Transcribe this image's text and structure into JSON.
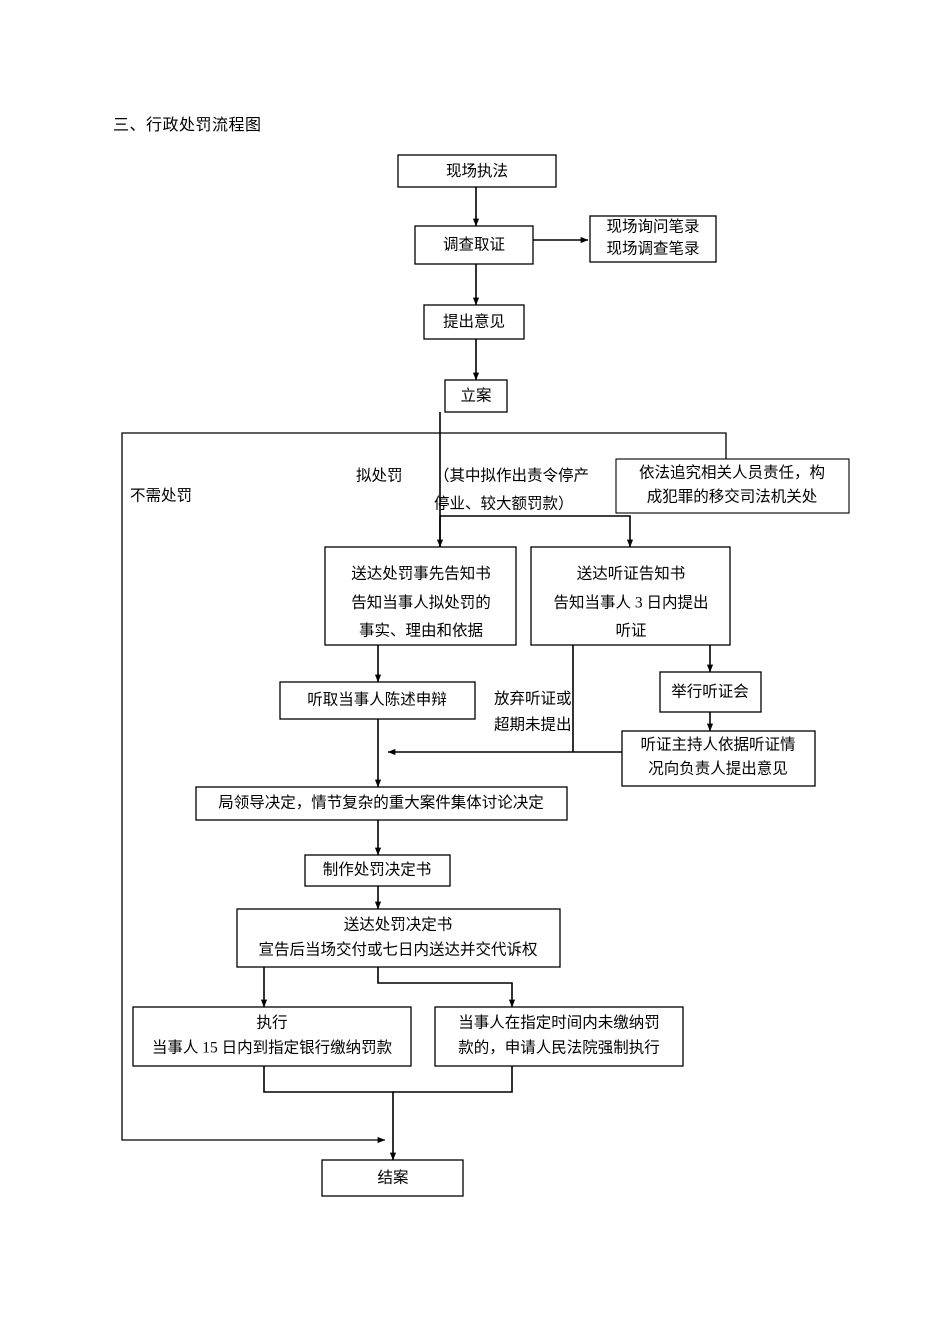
{
  "document": {
    "section_title": "三、行政处罚流程图"
  },
  "flowchart": {
    "type": "flowchart",
    "orientation": "top-down",
    "nodes": [
      {
        "id": "n1",
        "label": "现场执法",
        "lines": [
          "现场执法"
        ]
      },
      {
        "id": "n2",
        "label": "调查取证",
        "lines": [
          "调查取证"
        ]
      },
      {
        "id": "n3",
        "label": "现场询问笔录 现场调查笔录",
        "lines": [
          "现场询问笔录",
          "现场调查笔录"
        ]
      },
      {
        "id": "n4",
        "label": "提出意见",
        "lines": [
          "提出意见"
        ]
      },
      {
        "id": "n5",
        "label": "立案",
        "lines": [
          "立案"
        ]
      },
      {
        "id": "n6",
        "label": "依法追究相关人员责任，构成犯罪的移交司法机关处",
        "lines": [
          "依法追究相关人员责任，构",
          "成犯罪的移交司法机关处"
        ]
      },
      {
        "id": "n7",
        "label": "送达处罚事先告知书",
        "lines": [
          "送达处罚事先告知书",
          "告知当事人拟处罚的",
          "事实、理由和依据"
        ]
      },
      {
        "id": "n8",
        "label": "送达听证告知书",
        "lines": [
          "送达听证告知书",
          "告知当事人 3 日内提出",
          "听证"
        ]
      },
      {
        "id": "n9",
        "label": "听取当事人陈述申辩",
        "lines": [
          "听取当事人陈述申辩"
        ]
      },
      {
        "id": "n10",
        "label": "举行听证会",
        "lines": [
          "举行听证会"
        ]
      },
      {
        "id": "n11",
        "label": "听证主持人依据听证情况向负责人提出意见",
        "lines": [
          "听证主持人依据听证情",
          "况向负责人提出意见"
        ]
      },
      {
        "id": "n12",
        "label": "局领导决定，情节复杂的重大案件集体讨论决定",
        "lines": [
          "局领导决定，情节复杂的重大案件集体讨论决定"
        ]
      },
      {
        "id": "n13",
        "label": "制作处罚决定书",
        "lines": [
          "制作处罚决定书"
        ]
      },
      {
        "id": "n14",
        "label": "送达处罚决定书",
        "lines": [
          "送达处罚决定书",
          "宣告后当场交付或七日内送达并交代诉权"
        ]
      },
      {
        "id": "n15",
        "label": "执行",
        "lines": [
          "执行",
          "当事人 15 日内到指定银行缴纳罚款"
        ]
      },
      {
        "id": "n16",
        "label": "当事人在指定时间内未缴纳罚款的，申请人民法院强制执行",
        "lines": [
          "当事人在指定时间内未缴纳罚",
          "款的，申请人民法院强制执行"
        ]
      },
      {
        "id": "n17",
        "label": "结案",
        "lines": [
          "结案"
        ]
      }
    ],
    "edge_labels": [
      {
        "id": "lbl-no-penalty",
        "text": "不需处罚"
      },
      {
        "id": "lbl-propose-penalty",
        "text": "拟处罚"
      },
      {
        "id": "lbl-hearing-scope-1",
        "text": "（其中拟作出责令停产"
      },
      {
        "id": "lbl-hearing-scope-2",
        "text": "停业、较大额罚款）"
      },
      {
        "id": "lbl-waive-hearing-1",
        "text": "放弃听证或"
      },
      {
        "id": "lbl-waive-hearing-2",
        "text": "超期未提出"
      }
    ],
    "edges": [
      {
        "from": "n1",
        "to": "n2",
        "label": ""
      },
      {
        "from": "n2",
        "to": "n3",
        "label": ""
      },
      {
        "from": "n2",
        "to": "n4",
        "label": ""
      },
      {
        "from": "n4",
        "to": "n5",
        "label": ""
      },
      {
        "from": "n5",
        "to": "n6",
        "label": ""
      },
      {
        "from": "n5",
        "to": "n17",
        "label": "不需处罚"
      },
      {
        "from": "n5",
        "to": "n7",
        "label": "拟处罚"
      },
      {
        "from": "n5",
        "to": "n8",
        "label": "（其中拟作出责令停产停业、较大额罚款）"
      },
      {
        "from": "n7",
        "to": "n9",
        "label": ""
      },
      {
        "from": "n8",
        "to": "n10",
        "label": ""
      },
      {
        "from": "n8",
        "to": "n12",
        "label": "放弃听证或超期未提出"
      },
      {
        "from": "n10",
        "to": "n11",
        "label": ""
      },
      {
        "from": "n11",
        "to": "n12",
        "label": ""
      },
      {
        "from": "n9",
        "to": "n12",
        "label": ""
      },
      {
        "from": "n12",
        "to": "n13",
        "label": ""
      },
      {
        "from": "n13",
        "to": "n14",
        "label": ""
      },
      {
        "from": "n14",
        "to": "n15",
        "label": ""
      },
      {
        "from": "n14",
        "to": "n16",
        "label": ""
      },
      {
        "from": "n15",
        "to": "n17",
        "label": ""
      },
      {
        "from": "n16",
        "to": "n17",
        "label": ""
      }
    ]
  },
  "colors": {
    "page_background": "#ffffff",
    "stroke": "#000000",
    "text": "#000000"
  }
}
